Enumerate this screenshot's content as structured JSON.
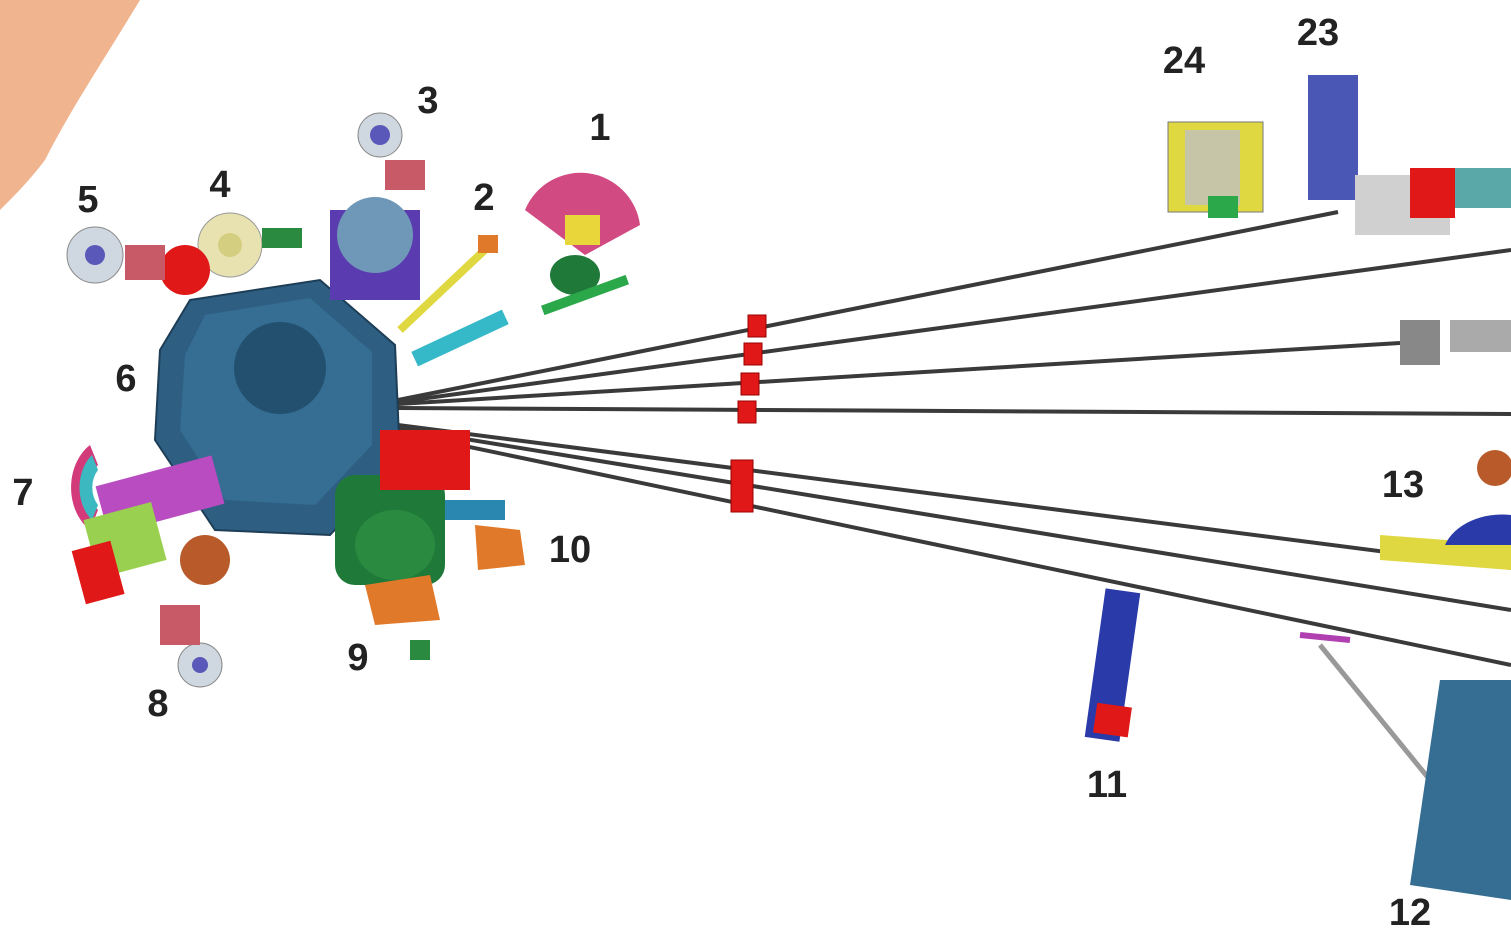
{
  "colors": {
    "background": "#ffffff",
    "arc": "#f0b48e",
    "core": "#2e5f82",
    "guide": "#3a3a3a",
    "shutter": "#e01818",
    "label": "#222222"
  },
  "labels": [
    "1",
    "2",
    "3",
    "4",
    "5",
    "6",
    "7",
    "8",
    "9",
    "10",
    "11",
    "12",
    "13",
    "23",
    "24"
  ],
  "icons": [
    "reactor-core-icon",
    "guide-tube-icon",
    "shutter-icon",
    "instrument-icon"
  ]
}
